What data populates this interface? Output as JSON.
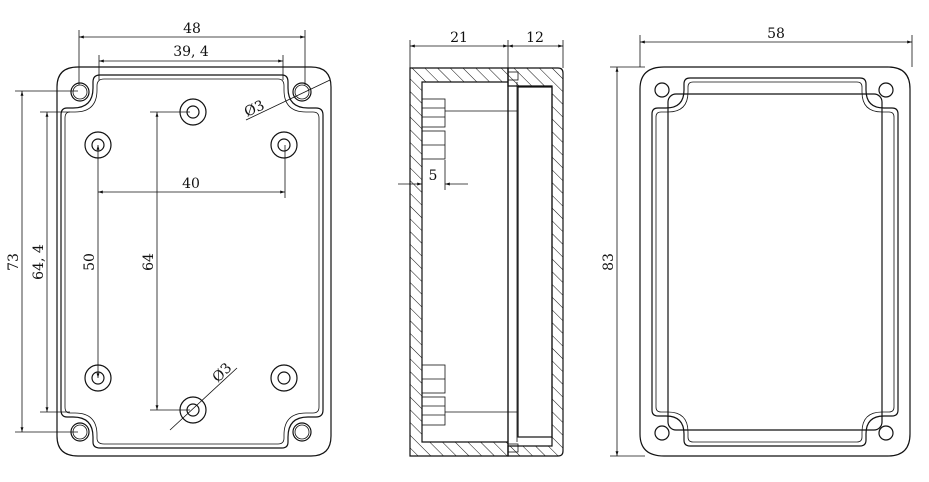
{
  "drawing": {
    "front_view": {
      "width_outer": "48",
      "width_hole_pitch": "39, 4",
      "boss_spacing_horizontal": "40",
      "height_outer": "73",
      "height_hole_pitch": "64, 4",
      "boss_spacing_vertical": "50",
      "boss_spacing_center": "64",
      "hole_diameter_top": "Ø3",
      "hole_diameter_bottom": "Ø3"
    },
    "side_view": {
      "base_depth": "21",
      "lid_depth": "12",
      "rib_depth": "5"
    },
    "lid_view": {
      "width": "58",
      "height": "83"
    }
  }
}
